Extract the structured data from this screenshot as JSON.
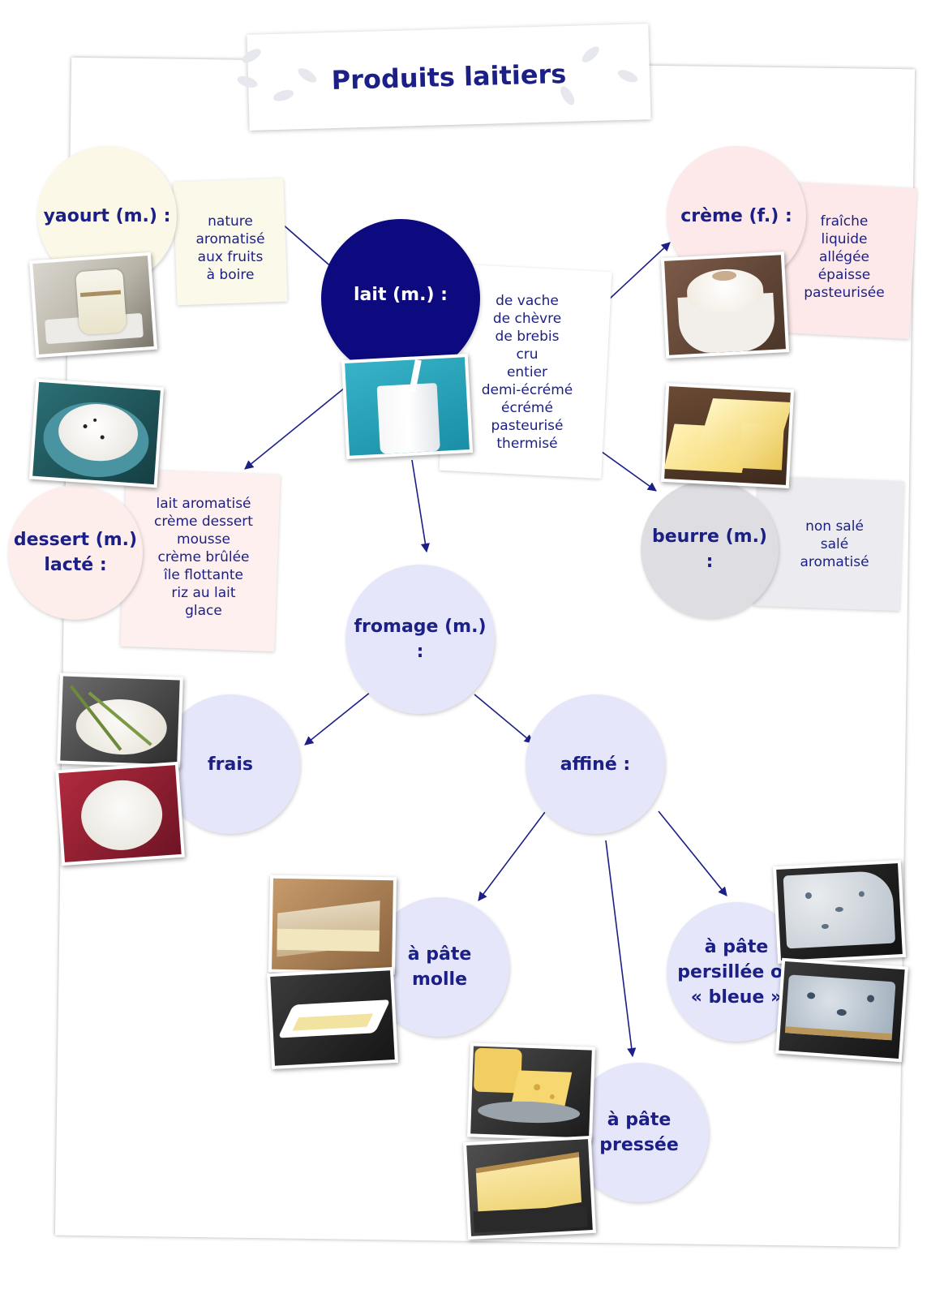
{
  "title": "Produits laitiers",
  "colors": {
    "accent": "#1b1f86",
    "arrow": "#1b1f86",
    "lait_circle": "#0c0a7e",
    "fromage_circles": "#e6e6fb",
    "yaourt_circle": "#fbf8e7",
    "creme_circle": "#fde9ea",
    "dessert_circle": "#fdeeec",
    "beurre_circle": "#dedee2"
  },
  "nodes": {
    "lait": {
      "label": "lait (m.) :",
      "items": [
        "de vache",
        "de chèvre",
        "de brebis",
        "cru",
        "entier",
        "demi-écrémé",
        "écrémé",
        "pasteurisé",
        "thermisé"
      ]
    },
    "yaourt": {
      "label": "yaourt (m.) :",
      "items": [
        "nature",
        "aromatisé",
        "aux fruits",
        "à boire"
      ]
    },
    "creme": {
      "label": "crème (f.) :",
      "items": [
        "fraîche",
        "liquide",
        "allégée",
        "épaisse",
        "pasteurisée"
      ]
    },
    "dessert": {
      "label": "dessert (m.)\nlacté :",
      "items": [
        "lait aromatisé",
        "crème dessert",
        "mousse",
        "crème brûlée",
        "île flottante",
        "riz au lait",
        "glace"
      ]
    },
    "beurre": {
      "label": "beurre (m.) :",
      "items": [
        "non salé",
        "salé",
        "aromatisé"
      ]
    },
    "fromage": {
      "label": "fromage (m.) :"
    },
    "frais": {
      "label": "frais"
    },
    "affine": {
      "label": "affiné :"
    },
    "pate_molle": {
      "label": "à pâte\nmolle"
    },
    "pate_persillee": {
      "label": "à pâte\npersillée ou\n« bleue »"
    },
    "pate_pressee": {
      "label": "à pâte\npressée"
    }
  },
  "photos": [
    {
      "name": "yogurt-jar-photo",
      "subject": "yaourt"
    },
    {
      "name": "milk-glass-photo",
      "subject": "lait"
    },
    {
      "name": "whipped-cream-photo",
      "subject": "crème"
    },
    {
      "name": "ice-cream-photo",
      "subject": "dessert lacté"
    },
    {
      "name": "butter-photo",
      "subject": "beurre"
    },
    {
      "name": "fresh-cheese-photo-1",
      "subject": "fromage frais"
    },
    {
      "name": "fresh-cheese-photo-2",
      "subject": "fromage frais"
    },
    {
      "name": "soft-cheese-photo-1",
      "subject": "pâte molle"
    },
    {
      "name": "soft-cheese-photo-2",
      "subject": "pâte molle"
    },
    {
      "name": "blue-cheese-photo-1",
      "subject": "pâte persillée"
    },
    {
      "name": "blue-cheese-photo-2",
      "subject": "pâte persillée"
    },
    {
      "name": "pressed-cheese-photo-1",
      "subject": "pâte pressée"
    },
    {
      "name": "pressed-cheese-photo-2",
      "subject": "pâte pressée"
    }
  ]
}
